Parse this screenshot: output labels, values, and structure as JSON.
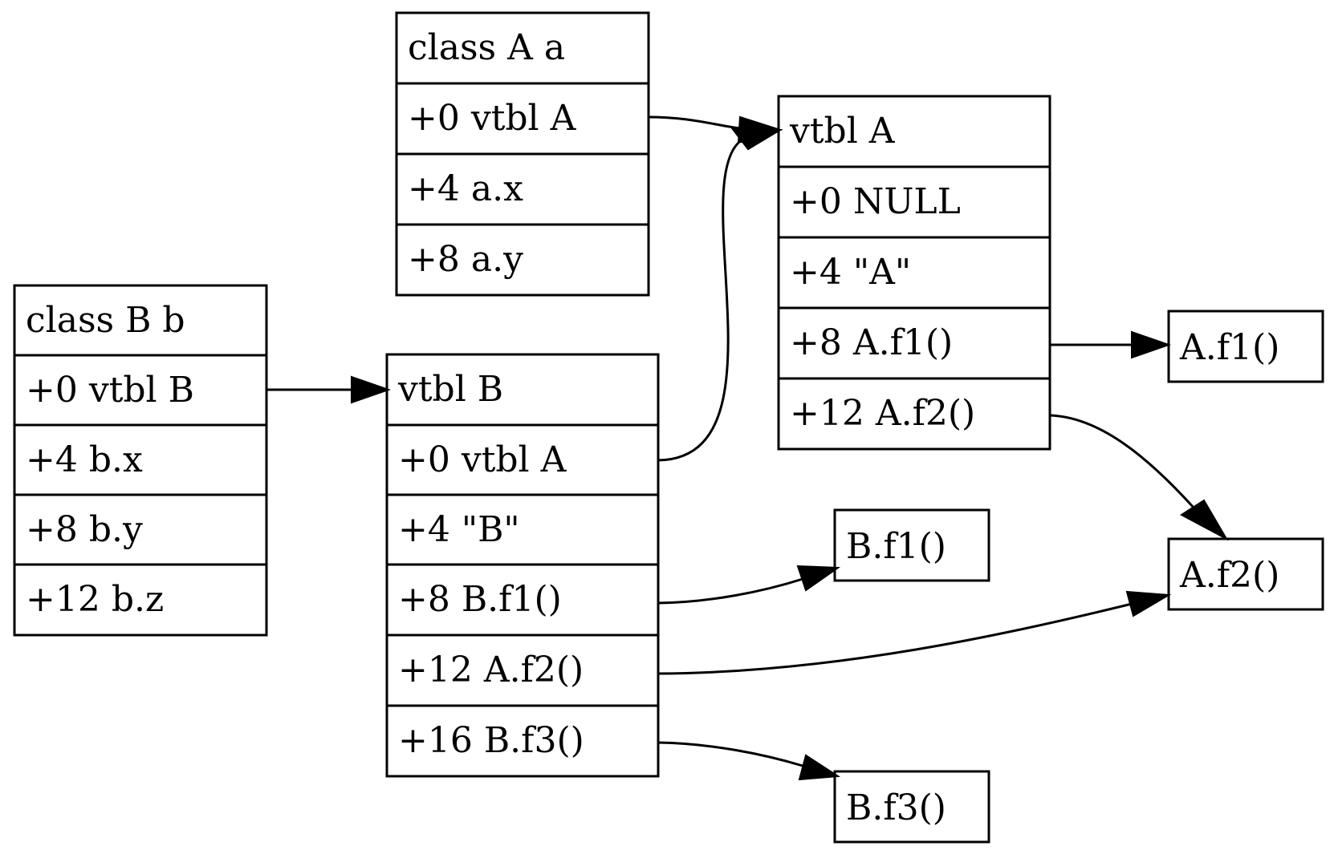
{
  "records": {
    "class_a": {
      "fields": [
        "class A a",
        "+0 vtbl A",
        "+4 a.x",
        "+8 a.y"
      ]
    },
    "class_b": {
      "fields": [
        "class B b",
        "+0 vtbl B",
        "+4 b.x",
        "+8 b.y",
        "+12 b.z"
      ]
    },
    "vtbl_a": {
      "fields": [
        "vtbl A",
        "+0 NULL",
        "+4 \"A\"",
        "+8 A.f1()",
        "+12 A.f2()"
      ]
    },
    "vtbl_b": {
      "fields": [
        "vtbl B",
        "+0 vtbl A",
        "+4 \"B\"",
        "+8 B.f1()",
        "+12 A.f2()",
        "+16 B.f3()"
      ]
    }
  },
  "functions": {
    "a_f1": "A.f1()",
    "a_f2": "A.f2()",
    "b_f1": "B.f1()",
    "b_f3": "B.f3()"
  }
}
